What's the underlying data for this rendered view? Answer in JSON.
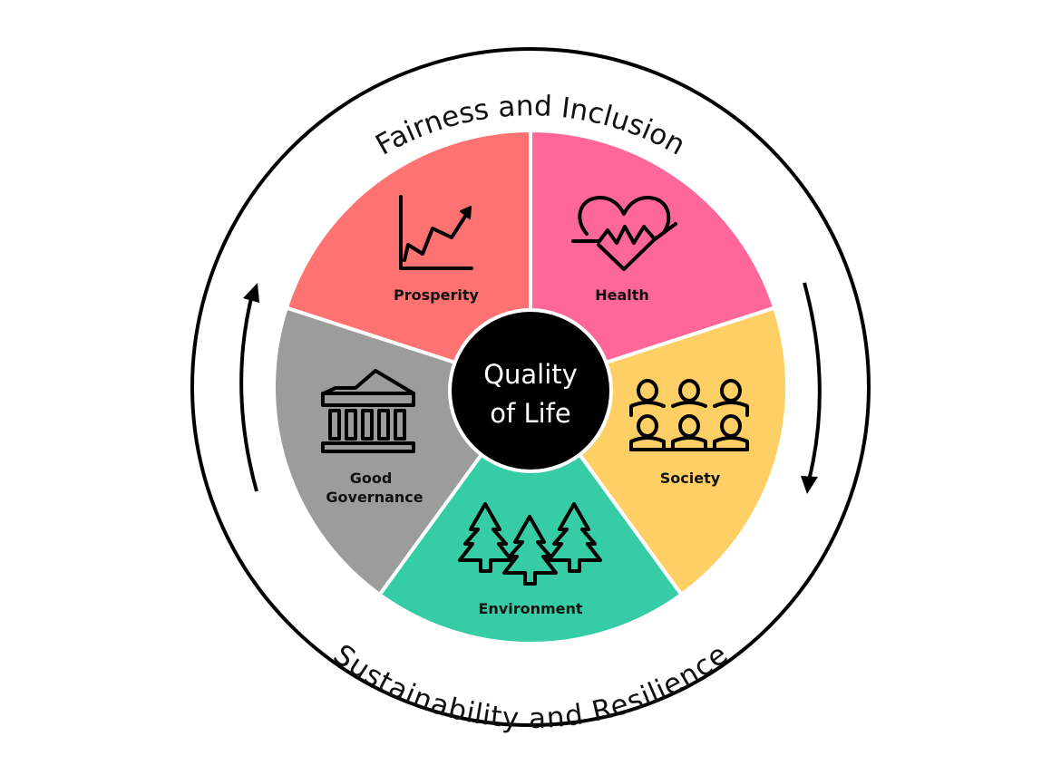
{
  "diagram": {
    "center": {
      "line1": "Quality",
      "line2": "of Life",
      "fill": "#000000",
      "text_color": "#ffffff"
    },
    "ring": {
      "top_label": "Fairness and Inclusion",
      "bottom_label": "Sustainability and Resilience",
      "arrows": [
        {
          "side": "left",
          "direction": "up"
        },
        {
          "side": "right",
          "direction": "down"
        }
      ]
    },
    "slices": [
      {
        "label": "Prosperity",
        "color": "#ff7272",
        "icon": "rising-chart-icon"
      },
      {
        "label": "Health",
        "color": "#ff6699",
        "icon": "heartbeat-icon"
      },
      {
        "label": "Society",
        "color": "#fecf64",
        "icon": "people-group-icon"
      },
      {
        "label": "Environment",
        "color": "#35cca6",
        "icon": "pine-trees-icon"
      },
      {
        "label_line1": "Good",
        "label_line2": "Governance",
        "color": "#9c9c9c",
        "icon": "government-building-icon"
      }
    ]
  }
}
